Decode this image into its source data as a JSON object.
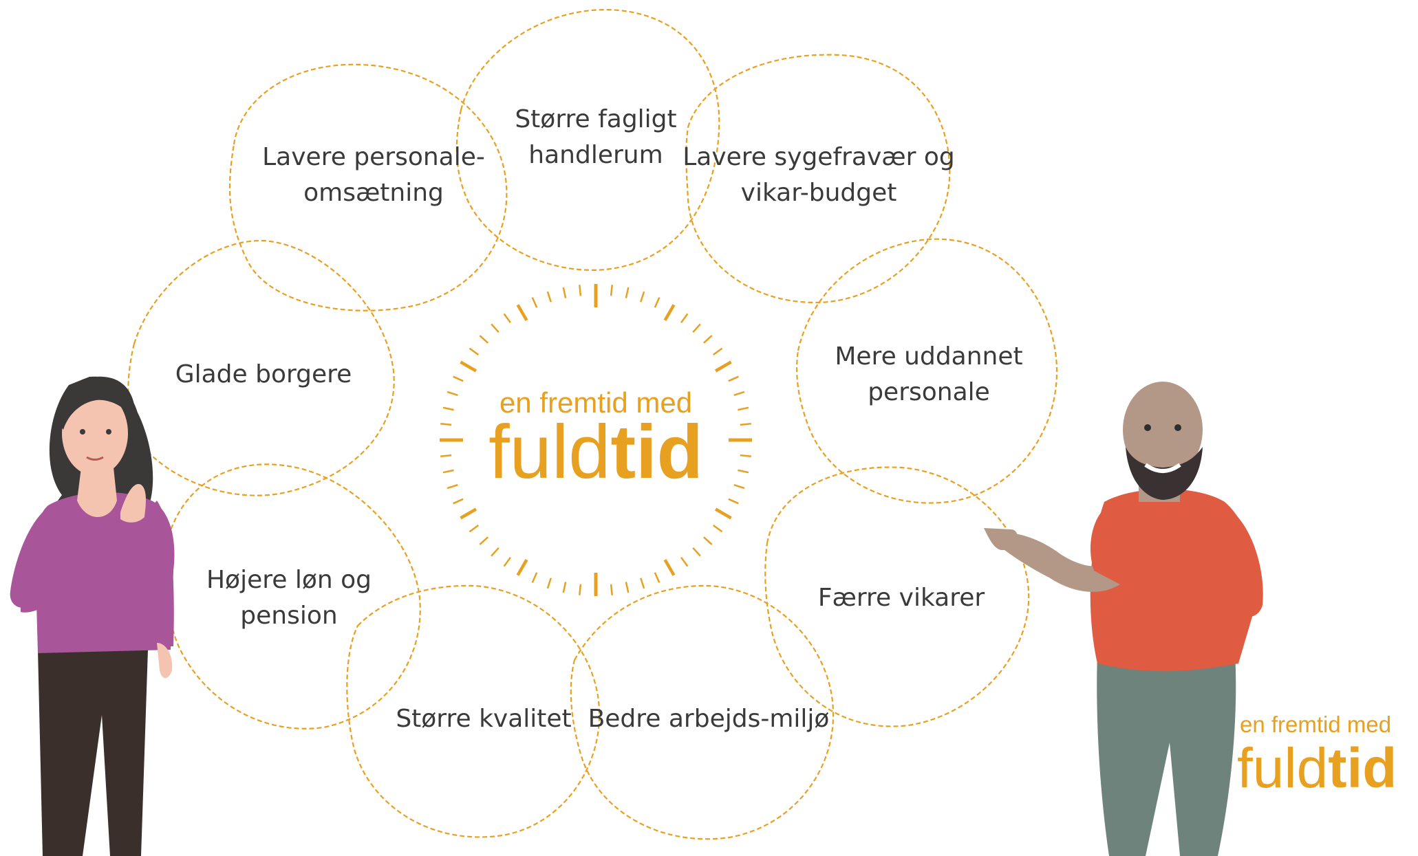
{
  "benefits": [
    {
      "line1": "Lavere personale-",
      "line2": "omsætning"
    },
    {
      "line1": "Større fagligt",
      "line2": "handlerum"
    },
    {
      "line1": "Lavere sygefravær og",
      "line2": "vikar-budget"
    },
    {
      "line1": "Glade borgere",
      "line2": ""
    },
    {
      "line1": "Mere uddannet",
      "line2": "personale"
    },
    {
      "line1": "Højere løn og",
      "line2": "pension"
    },
    {
      "line1": "Færre vikarer",
      "line2": ""
    },
    {
      "line1": "Større kvalitet",
      "line2": ""
    },
    {
      "line1": "Bedre arbejds-miljø",
      "line2": ""
    }
  ],
  "center_logo": {
    "tagline": "en fremtid med",
    "word_light": "fuld",
    "word_bold": "tid"
  },
  "corner_logo": {
    "tagline": "en fremtid med",
    "word_light": "fuld",
    "word_bold": "tid"
  },
  "colors": {
    "accent": "#e8a020",
    "text": "#3a3a3a",
    "woman_top": "#a8559a",
    "man_shirt": "#df5b42",
    "man_pants": "#6e837b"
  }
}
